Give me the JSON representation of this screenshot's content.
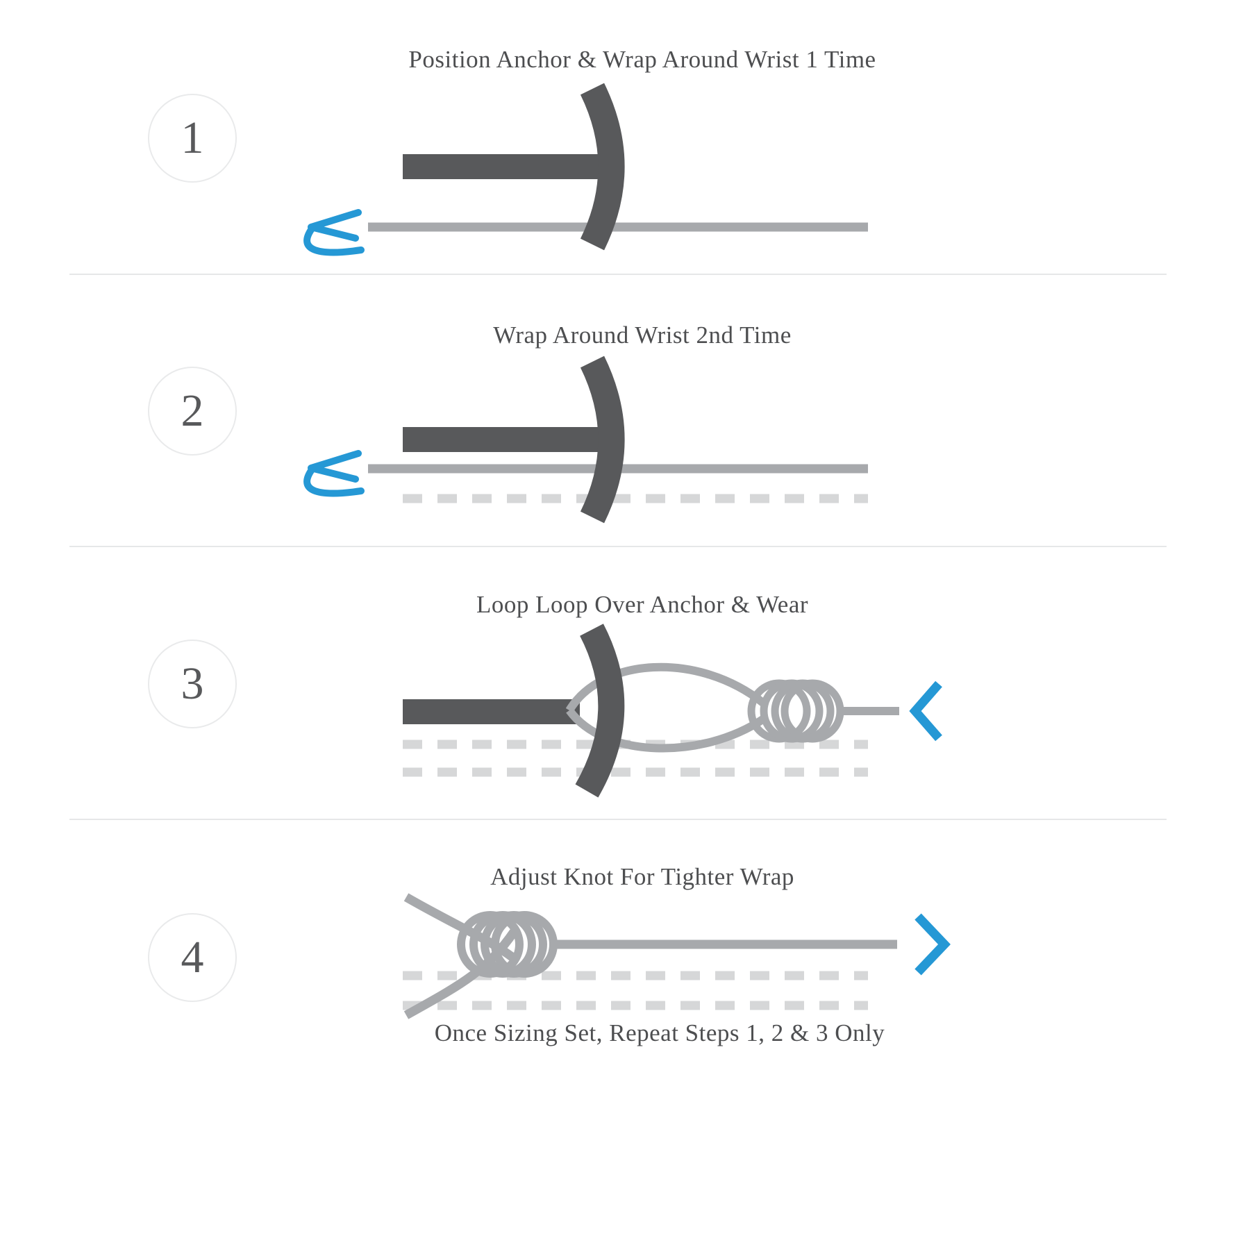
{
  "colors": {
    "accent": "#2598d5",
    "dark": "#58595b",
    "cord": "#a7a9ac",
    "dashed": "#d6d7d8",
    "circle-border": "#e9eaeb",
    "divider": "#e6e7e8",
    "text": "#4d4e50"
  },
  "steps": [
    {
      "number": "1",
      "title": "Position Anchor & Wrap Around Wrist 1 Time"
    },
    {
      "number": "2",
      "title": "Wrap Around Wrist 2nd Time"
    },
    {
      "number": "3",
      "title": "Loop Loop Over Anchor & Wear"
    },
    {
      "number": "4",
      "title": "Adjust Knot For Tighter Wrap",
      "footnote": "Once Sizing Set, Repeat Steps 1, 2 & 3 Only"
    }
  ]
}
